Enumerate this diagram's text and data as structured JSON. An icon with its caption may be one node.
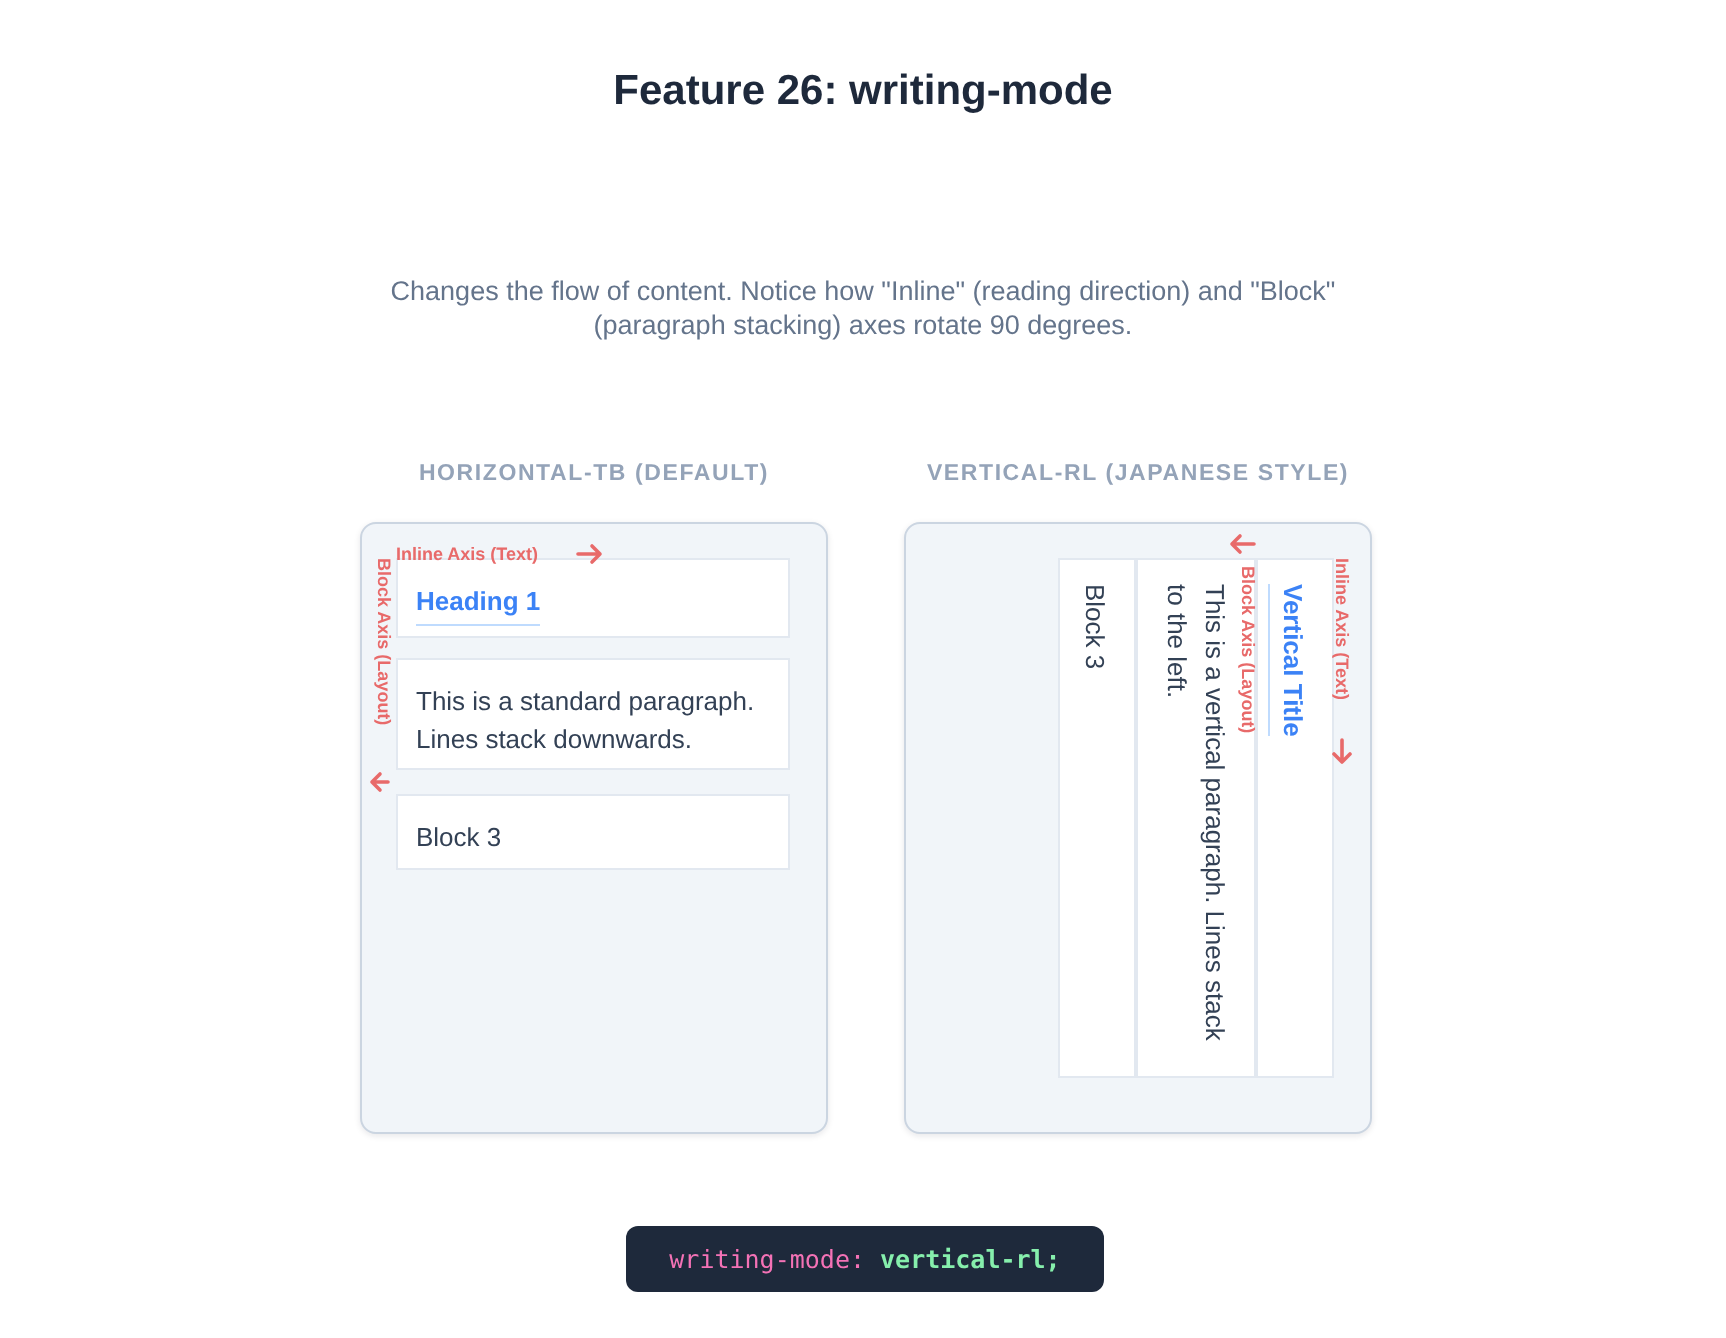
{
  "diagram": {
    "title": "Feature 26: writing-mode",
    "nodes": [
      {
        "text": [
          "HORIZONTAL-TB (DEFAULT)"
        ]
      },
      {
        "text": [
          "Heading 1"
        ],
        "in": 0
      },
      {
        "text": [
          "This is a standard paragraph. Lines stack downwards."
        ],
        "in": 0
      },
      {
        "text": [
          "Block 3"
        ],
        "in": 0
      },
      {
        "text": [
          "VERTICAL-RL (JAPANESE STYLE)"
        ]
      },
      {
        "text": [
          "Vertical Title"
        ],
        "in": 4
      },
      {
        "text": [
          "This is a vertical paragraph. Lines stack to the left."
        ],
        "in": 4
      },
      {
        "text": [
          "Block 3"
        ],
        "in": 4
      },
      {
        "text": [
          "writing-mode: **vertical-rl;**"
        ]
      }
    ],
    "labels": [
      "Changes the flow of content. Notice how \"Inline\" (reading direction) and \"Block\" (paragraph stacking) axes rotate 90 degrees.",
      "Inline Axis (Text)",
      "Block Axis (Layout)",
      "Block Axis (Layout)",
      "Inline Axis (Text)"
    ]
  }
}
